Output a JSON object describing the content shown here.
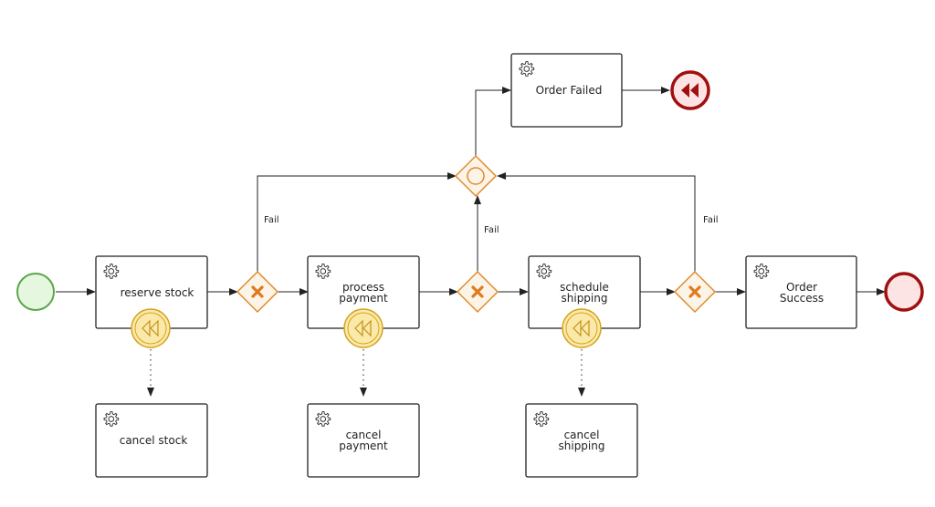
{
  "diagram": {
    "tasks": {
      "reserve_stock": [
        "reserve stock"
      ],
      "process_payment": [
        "process",
        "payment"
      ],
      "schedule_shipping": [
        "schedule",
        "shipping"
      ],
      "order_success": [
        "Order",
        "Success"
      ],
      "order_failed": [
        "Order Failed"
      ],
      "cancel_stock": [
        "cancel stock"
      ],
      "cancel_payment": [
        "cancel",
        "payment"
      ],
      "cancel_shipping": [
        "cancel",
        "shipping"
      ]
    },
    "flow_labels": {
      "fail_1": "Fail",
      "fail_2": "Fail",
      "fail_3": "Fail"
    },
    "icons": {
      "task": "gear-icon",
      "gateway": "exclusive-gateway-x-icon",
      "merge_gateway": "inclusive-gateway-circle-icon",
      "compensation": "compensation-rewind-icon"
    },
    "colors": {
      "start_fill": "#e6f7e0",
      "start_stroke": "#5aa64a",
      "end_fill": "#fde4e4",
      "end_stroke": "#a01010",
      "gateway_stroke": "#e08a2c",
      "compensation_fill": "#fbe9a9",
      "compensation_stroke": "#d4a21c"
    }
  }
}
